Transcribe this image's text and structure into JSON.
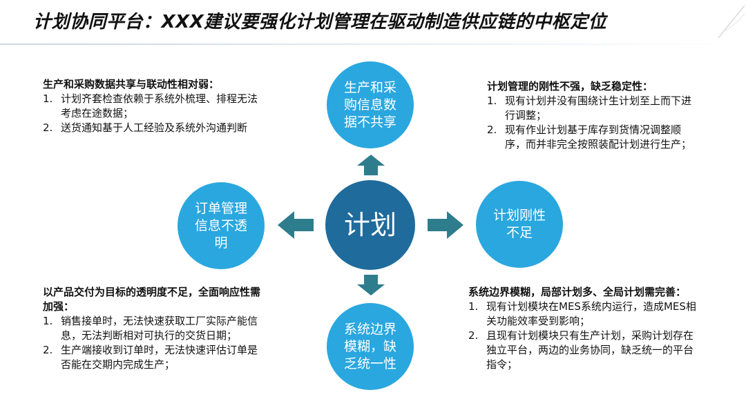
{
  "title": "计划协同平台：XXX建议要强化计划管理在驱动制造供应链的中枢定位",
  "colors": {
    "circle_light": "#2aa7df",
    "circle_center": "#1f6b9c",
    "arrow": "#2e7d8c"
  },
  "circles": {
    "center": "计划",
    "top": "生产和采购信息数据不共享",
    "left": "订单管理信息不透明",
    "right": "计划刚性不足",
    "bottom": "系统边界模糊，缺乏统一性"
  },
  "panels": {
    "top_left": {
      "heading": "生产和采购数据共享与联动性相对弱：",
      "items": [
        {
          "num": "1.",
          "text": "计划齐套检查依赖于系统外梳理、排程无法考虑在途数据；"
        },
        {
          "num": "2.",
          "text": "送货通知基于人工经验及系统外沟通判断"
        }
      ]
    },
    "top_right": {
      "heading": "计划管理的刚性不强，缺乏稳定性：",
      "items": [
        {
          "num": "1.",
          "text": "现有计划并没有围绕计生计划至上而下进行调整；"
        },
        {
          "num": "2.",
          "text": "现有作业计划基于库存到货情况调整顺序，而并非完全按照装配计划进行生产；"
        }
      ]
    },
    "bottom_left": {
      "heading": "以产品交付为目标的透明度不足，全面响应性需加强：",
      "items": [
        {
          "num": "1.",
          "text": "销售接单时，无法快速获取工厂实际产能信息，无法判断相对可执行的交货日期；"
        },
        {
          "num": "2.",
          "text": "生产端接收到订单时，无法快速评估订单是否能在交期内完成生产；"
        }
      ]
    },
    "bottom_right": {
      "heading": "系统边界模糊，局部计划多、全局计划需完善：",
      "items": [
        {
          "num": "1.",
          "text": "现有计划模块在MES系统内运行，造成MES相关功能效率受到影响；"
        },
        {
          "num": "2.",
          "text": "且现有计划模块只有生产计划，采购计划存在独立平台，两边的业务协同，缺乏统一的平台指令；"
        }
      ]
    }
  }
}
